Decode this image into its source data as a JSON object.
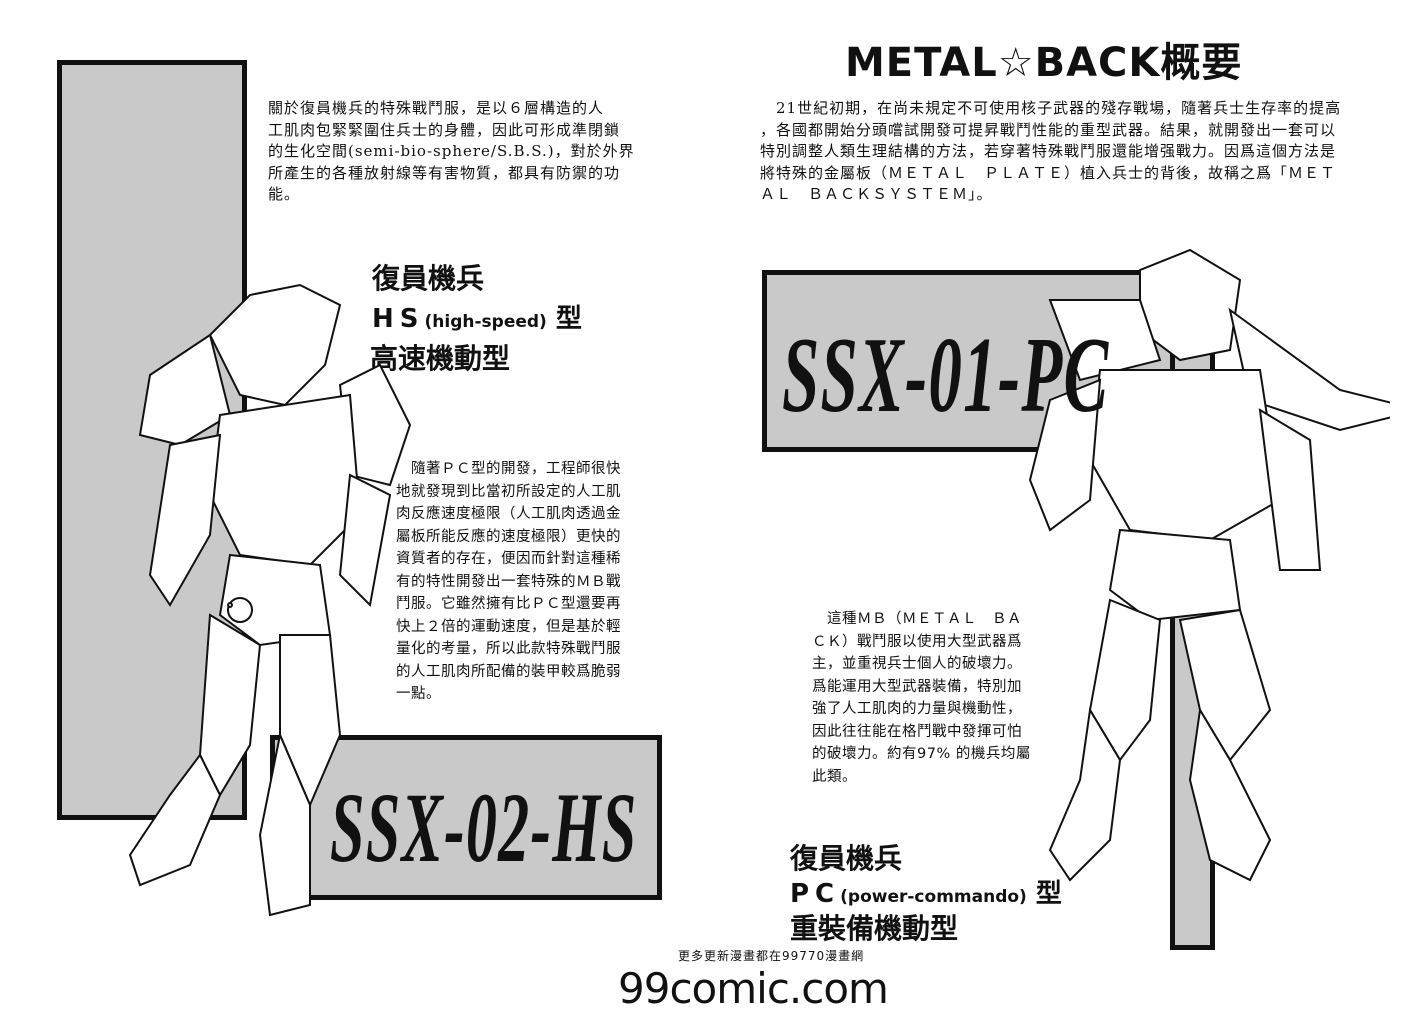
{
  "title": "METAL☆BACK概要",
  "left": {
    "intro": "關於復員機兵的特殊戰鬥服，是以６層構造的人\n工肌肉包緊緊圍住兵士的身體，因此可形成準閉鎖\n的生化空間(semi-bio-sphere/S.B.S.)，對於外界\n所產生的各種放射線等有害物質，都具有防禦的功\n能。",
    "heading_line1": "復員機兵",
    "heading_hs": "HS",
    "heading_hs_sub": "(high-speed)",
    "heading_type": "型",
    "heading_line3": "高速機動型",
    "body": "　隨著ＰＣ型的開發，工程師很快\n地就發現到比當初所設定的人工肌\n肉反應速度極限（人工肌肉透過金\n屬板所能反應的速度極限）更快的\n資質者的存在，便因而針對這種稀\n有的特性開發出一套特殊的ＭＢ戰\n鬥服。它雖然擁有比ＰＣ型還要再\n快上２倍的運動速度，但是基於輕\n量化的考量，所以此款特殊戰鬥服\n的人工肌肉所配備的裝甲較爲脆弱\n一點。",
    "model": "SSX-02-HS"
  },
  "right": {
    "intro": "　21世紀初期，在尚未規定不可使用核子武器的殘存戰場，隨著兵士生存率的提高\n，各國都開始分頭嚐試開發可提昇戰鬥性能的重型武器。結果，就開發出一套可以\n特別調整人類生理結構的方法，若穿著特殊戰鬥服還能增强戰力。因爲這個方法是\n將特殊的金屬板（ＭＥＴＡＬ　ＰＬＡＴＥ）植入兵士的背後，故稱之爲「ＭＥＴ\nＡＬ　ＢＡＣＫＳＹＳＴＥＭ」。",
    "model": "SSX-01-PC",
    "body": "　這種ＭＢ（ＭＥＴＡＬ　ＢＡ\nＣＫ）戰鬥服以使用大型武器爲\n主，並重視兵士個人的破壞力。\n爲能運用大型武器裝備，特別加\n強了人工肌肉的力量與機動性，\n因此往往能在格鬥戰中發揮可怕\n的破壞力。約有97% 的機兵均屬\n此類。",
    "heading_line1": "復員機兵",
    "heading_pc": "PC",
    "heading_pc_sub": "(power-commando)",
    "heading_type": "型",
    "heading_line3": "重裝備機動型"
  },
  "watermark": {
    "logo": "99comic.com",
    "tagline": "更多更新漫畫都在99770漫畫網"
  }
}
